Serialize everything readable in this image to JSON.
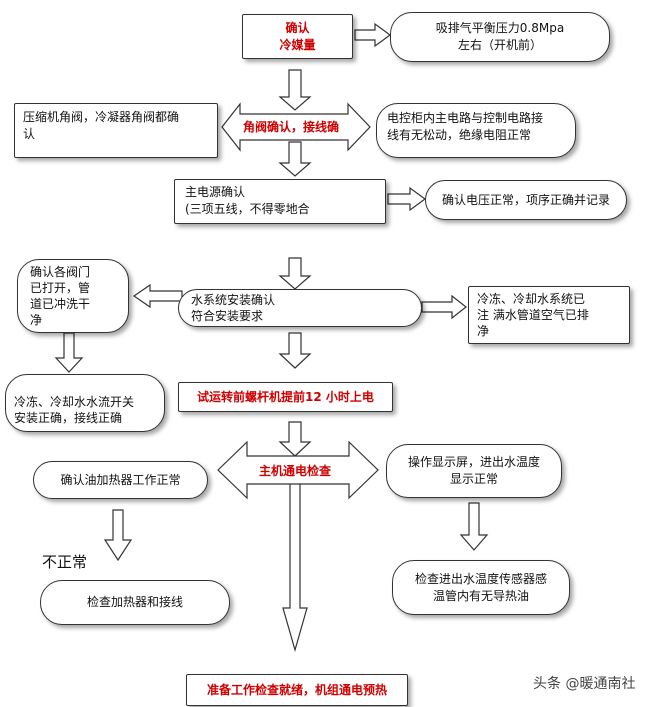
{
  "nodes": {
    "confirm_refrigerant": "确认\n冷媒量",
    "suction_pressure": "吸排气平衡压力0.8Mpa\n左右（开机前）",
    "compressor_valves": "压缩机角阀，冷凝器角阀都确\n认",
    "valve_wiring_confirm": "角阀确认，接线确",
    "control_cabinet": "电控柜内主电路与控制电路接\n线有无松动，绝缘电阻正常",
    "main_power": "主电源确认\n(三项五线，不得零地合",
    "voltage_phase": "确认电压正常，项序正确并记录",
    "valves_open": "确认各阀门\n已打开，管\n道已冲洗干\n净",
    "water_system": "水系统安装确认\n符合安装要求",
    "water_filled": "冷冻、冷却水系统已\n注  满水管道空气已排\n净",
    "flow_switch": "冷冻、冷却水水流开关\n安装正确，接线正确",
    "power_12h": "试运转前螺杆机提前12  小时上电",
    "oil_heater": "确认油加热器工作正常",
    "main_power_check": "主机通电检查",
    "display_screen": "操作显示屏，进出水温度\n显示正常",
    "abnormal": "不正常",
    "check_heater": "检查加热器和接线",
    "temp_sensor": "检查进出水温度传感器感\n温管内有无导热油",
    "ready": "准备工作检查就绪，机组通电预热"
  },
  "watermark": "头条 @暖通南社",
  "colors": {
    "emphasis": "#d00000",
    "outline": "#333333"
  }
}
